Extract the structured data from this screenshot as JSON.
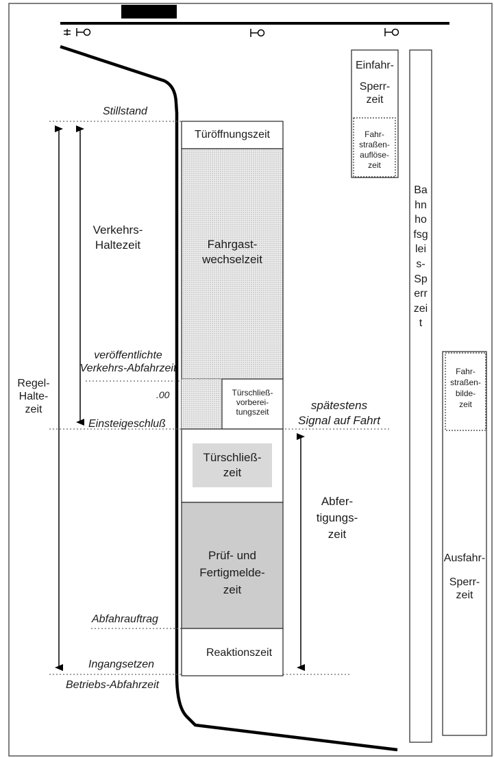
{
  "labels": {
    "stillstand": "Stillstand",
    "tueroeffnung": "Türöffnungszeit",
    "fahrgastwechsel_1": "Fahrgast-",
    "fahrgastwechsel_2": "wechselzeit",
    "verkehrs_haltezeit_1": "Verkehrs-",
    "verkehrs_haltezeit_2": "Haltezeit",
    "veroeffentlichte_1": "veröffentlichte",
    "veroeffentlichte_2": "Verkehrs-Abfahrzeit",
    "dot00": ".00",
    "tuerschliess_vorb_1": "Türschließ-",
    "tuerschliess_vorb_2": "vorberei-",
    "tuerschliess_vorb_3": "tungszeit",
    "einsteigeschluss": "Einsteigeschluß",
    "spaetestens_1": "spätestens",
    "spaetestens_2": "Signal auf Fahrt",
    "regel_1": "Regel-",
    "regel_2": "Halte-",
    "regel_3": "zeit",
    "tuerschliesszeit_1": "Türschließ-",
    "tuerschliesszeit_2": "zeit",
    "abfertigung_1": "Abfer-",
    "abfertigung_2": "tigungs-",
    "abfertigung_3": "zeit",
    "pruef_1": "Prüf- und",
    "pruef_2": "Fertigmelde-",
    "pruef_3": "zeit",
    "abfahrauftrag": "Abfahrauftrag",
    "reaktionszeit": "Reaktionszeit",
    "ingangsetzen": "Ingangsetzen",
    "betriebs_abfahrzeit": "Betriebs-Abfahrzeit",
    "einfahr_1": "Einfahr-",
    "einfahr_2": "Sperr-",
    "einfahr_3": "zeit",
    "fs_aufloese_1": "Fahr-",
    "fs_aufloese_2": "straßen-",
    "fs_aufloese_3": "auflöse-",
    "fs_aufloese_4": "zeit",
    "bahnhofsgleis": "Bahnhofsgleis-Sperrzeit",
    "fs_bilde_1": "Fahr-",
    "fs_bilde_2": "straßen-",
    "fs_bilde_3": "bilde-",
    "fs_bilde_4": "zeit",
    "ausfahr_1": "Ausfahr-",
    "ausfahr_2": "Sperr-",
    "ausfahr_3": "zeit"
  },
  "icons": [
    "platform-sign-icon",
    "main-signal-icon"
  ],
  "colors": {
    "line": "#000000",
    "box_border": "#333333",
    "dotted_fill": "#e6e6e6",
    "tuerschliess_label_bg": "#d9d9d9",
    "pruef_fill": "#cccccc"
  }
}
